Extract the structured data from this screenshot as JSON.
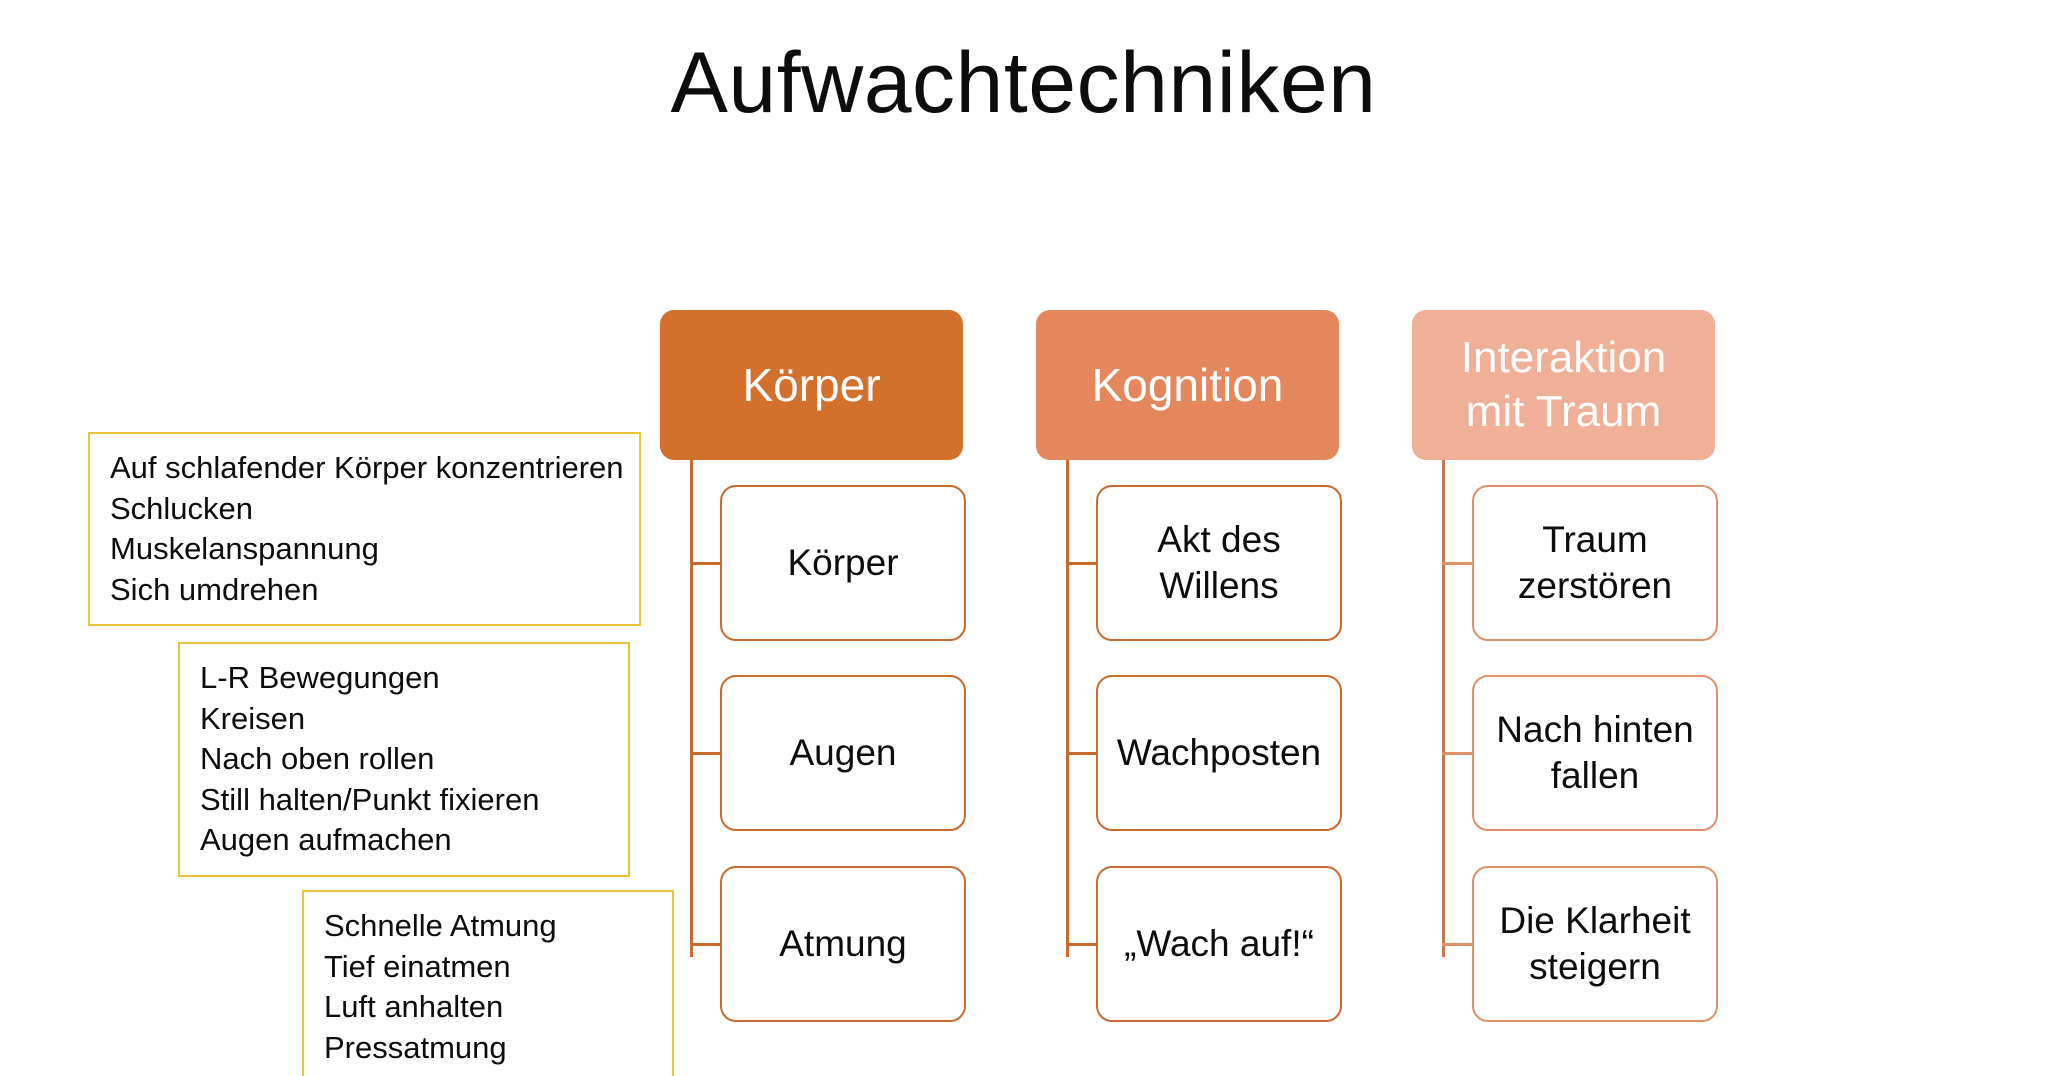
{
  "slide": {
    "title": "Aufwachtechniken",
    "background": "#FFFFFF"
  },
  "colors": {
    "header_koerper": "#D2702C",
    "header_kognition": "#E4875C",
    "header_interaktion": "#F0AF97",
    "child_border": "#C96A2E",
    "child_border_pale": "#DE9069",
    "connector": "#C96A2E",
    "note_border": "#E8C33C",
    "text": "#0D0D0D",
    "header_text": "#FFFFFF"
  },
  "notes": [
    {
      "id": "note-body",
      "lines": [
        "Auf schlafender Körper konzentrieren",
        "Schlucken",
        "Muskelanspannung",
        "Sich umdrehen"
      ]
    },
    {
      "id": "note-eyes",
      "lines": [
        "L-R Bewegungen",
        "Kreisen",
        "Nach oben rollen",
        "Still halten/Punkt fixieren",
        "Augen aufmachen"
      ]
    },
    {
      "id": "note-breath",
      "lines": [
        "Schnelle Atmung",
        "Tief einatmen",
        "Luft anhalten",
        "Pressatmung"
      ]
    }
  ],
  "columns": [
    {
      "id": "koerper",
      "header": "Körper",
      "header_color": "#D2702C",
      "children": [
        {
          "label": "Körper"
        },
        {
          "label": "Augen"
        },
        {
          "label": "Atmung"
        }
      ]
    },
    {
      "id": "kognition",
      "header": "Kognition",
      "header_color": "#E4875C",
      "children": [
        {
          "label": "Akt des\nWillens"
        },
        {
          "label": "Wachposten"
        },
        {
          "label": "„Wach auf!“"
        }
      ]
    },
    {
      "id": "interaktion",
      "header": "Interaktion\nmit Traum",
      "header_color": "#F0AF97",
      "children": [
        {
          "label": "Traum\nzerstören"
        },
        {
          "label": "Nach hinten\nfallen"
        },
        {
          "label": "Die Klarheit\nsteigern"
        }
      ]
    }
  ]
}
